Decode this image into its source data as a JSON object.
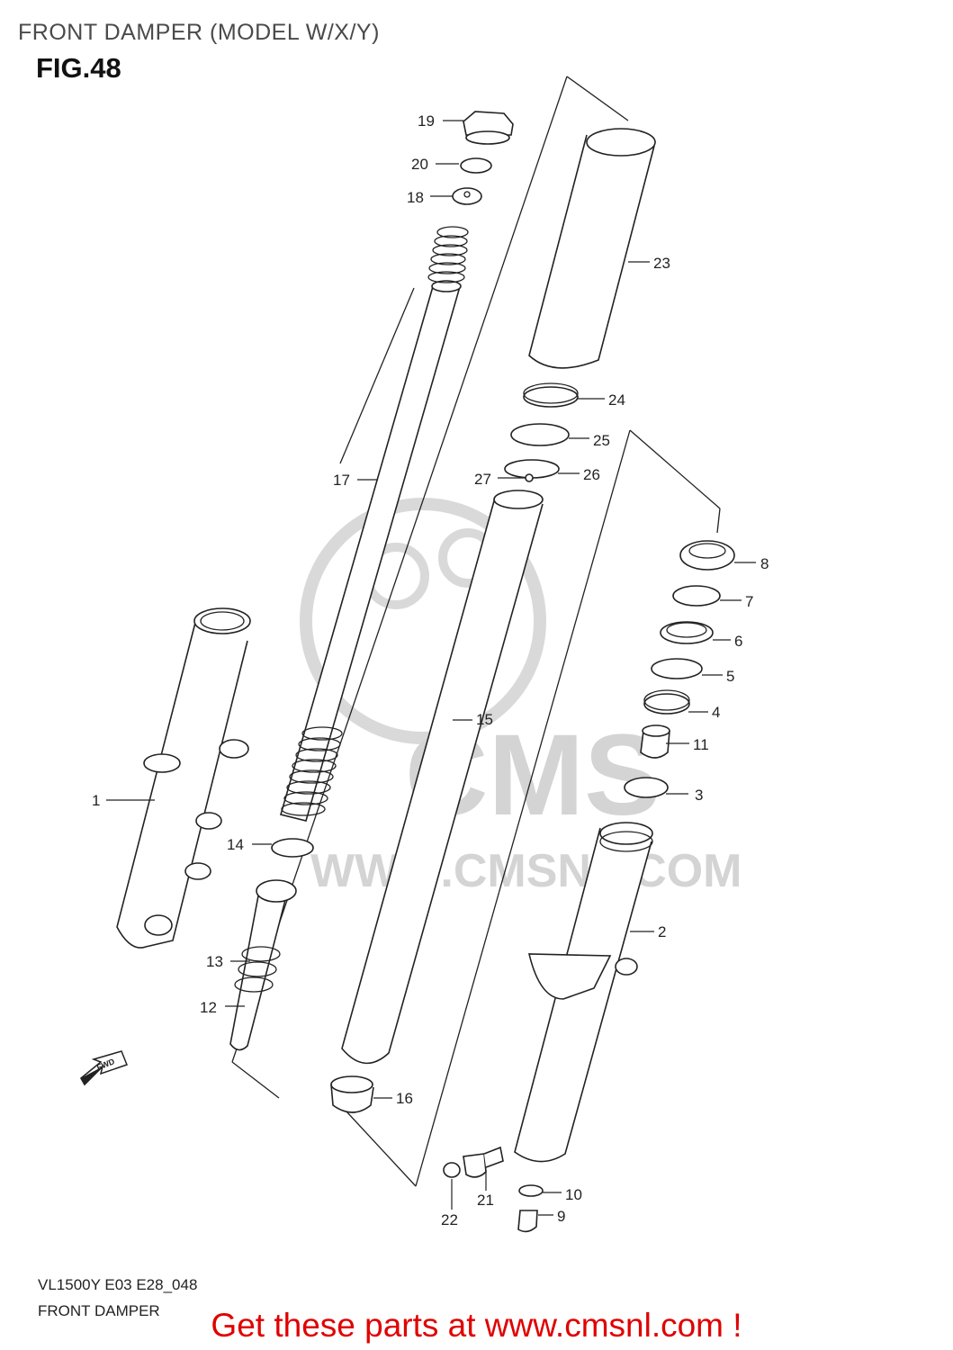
{
  "header": {
    "title": "FRONT DAMPER (MODEL W/X/Y)",
    "figure": "FIG.48"
  },
  "watermark": {
    "brand": "CMS",
    "url": "WWW.CMSNL.COM",
    "color": "#cfcfcf"
  },
  "direction_marker": "FWD",
  "callouts": [
    "1",
    "2",
    "3",
    "4",
    "5",
    "6",
    "7",
    "8",
    "9",
    "10",
    "11",
    "12",
    "13",
    "14",
    "15",
    "16",
    "17",
    "18",
    "19",
    "20",
    "21",
    "22",
    "23",
    "24",
    "25",
    "26",
    "27"
  ],
  "footer": {
    "code": "VL1500Y E03 E28_048",
    "name": "FRONT DAMPER",
    "cta": "Get these parts at www.cmsnl.com !",
    "cta_color": "#e00000"
  }
}
